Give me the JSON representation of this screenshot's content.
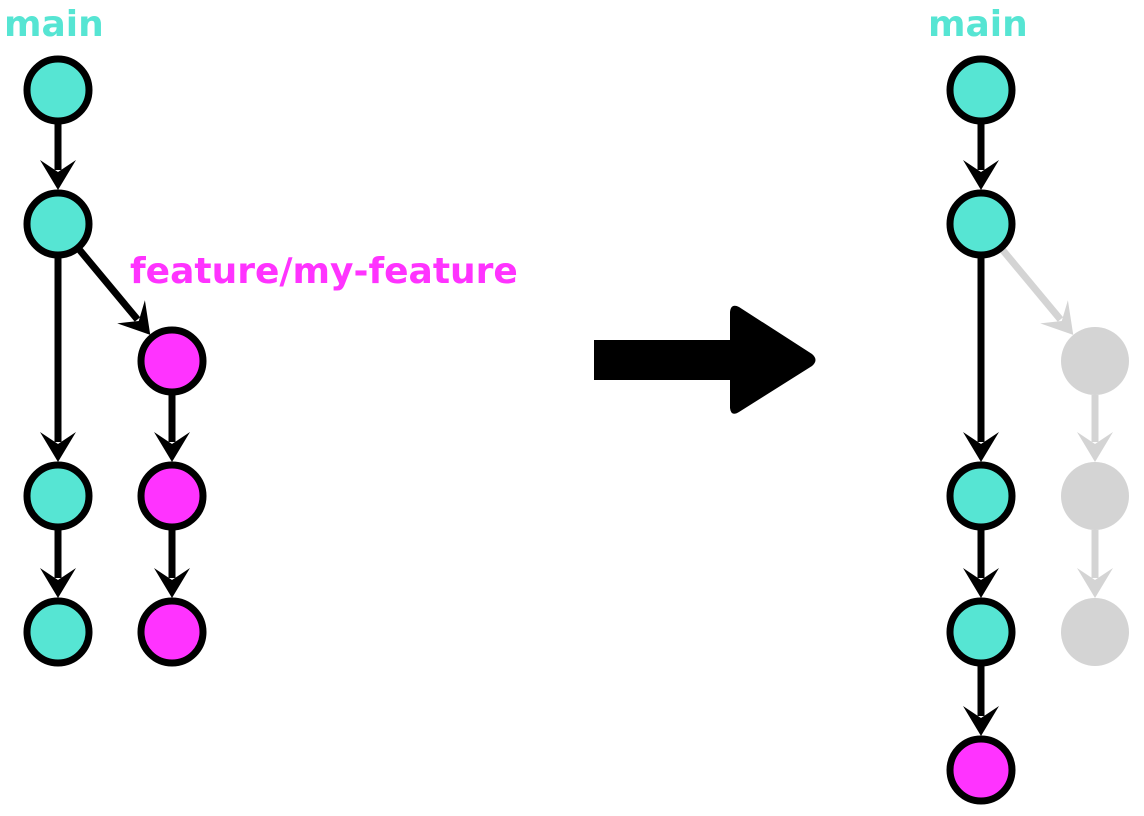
{
  "colors": {
    "main": "#56e5d3",
    "feature": "#ff33ff",
    "ghost": "#d4d4d4",
    "edge": "#000000",
    "label_main": "#56e5d3",
    "label_feature": "#ff33ff"
  },
  "before": {
    "main_label": "main",
    "feature_label": "feature/my-feature",
    "main_commits": 4,
    "feature_commits": 3,
    "branch_point_commit": 2
  },
  "after": {
    "main_label": "main",
    "main_commits": [
      "main",
      "main",
      "main",
      "main",
      "feature"
    ],
    "ghost_feature_commits": 3
  },
  "transition": "arrow-right-icon"
}
